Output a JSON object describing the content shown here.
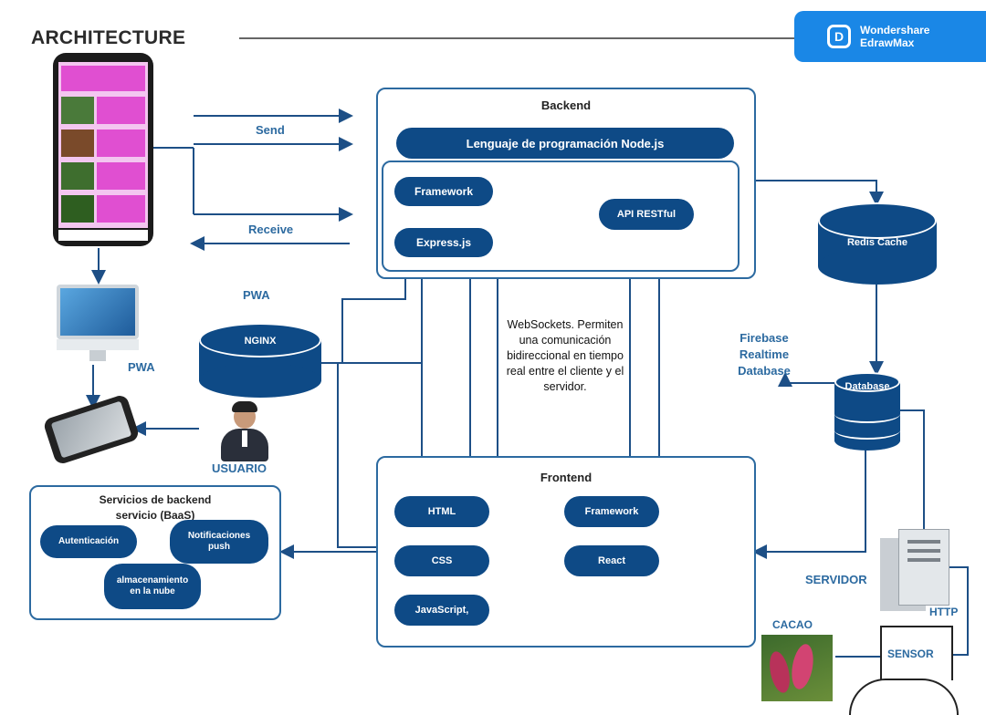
{
  "header": {
    "title": "ARCHITECTURE"
  },
  "brand": {
    "line1": "Wondershare",
    "line2": "EdrawMax"
  },
  "arrows": {
    "send": "Send",
    "receive": "Receive"
  },
  "backend": {
    "title": "Backend",
    "language": "Lenguaje de programación Node.js",
    "framework": "Framework",
    "express": "Express.js",
    "api": "API RESTful"
  },
  "pwa": {
    "top_label": "PWA",
    "desktop_label": "PWA",
    "nginx": "NGINX"
  },
  "user": {
    "label": "USUARIO"
  },
  "websockets": {
    "text": "WebSockets. Permiten una comunicación bidireccional en tiempo real entre el cliente y el servidor."
  },
  "redis": {
    "label": "Redis Cache"
  },
  "firebase": {
    "line1": "Firebase",
    "line2": "Realtime",
    "line3": "Database"
  },
  "database": {
    "label": "Database"
  },
  "frontend": {
    "title": "Frontend",
    "html": "HTML",
    "css": "CSS",
    "js": "JavaScript,",
    "framework": "Framework",
    "react": "React"
  },
  "baas": {
    "title_line1": "Servicios de backend",
    "title_line2": "servicio (BaaS)",
    "auth": "Autenticación",
    "push": "Notificaciones push",
    "storage": "almacenamiento en la nube"
  },
  "server": {
    "label": "SERVIDOR",
    "http": "HTTP"
  },
  "sensor": {
    "label": "SENSOR"
  },
  "cacao": {
    "label": "CACAO"
  },
  "colors": {
    "accent": "#0e4a86",
    "panel_border": "#2c6aa0",
    "brand": "#1a87e6"
  }
}
